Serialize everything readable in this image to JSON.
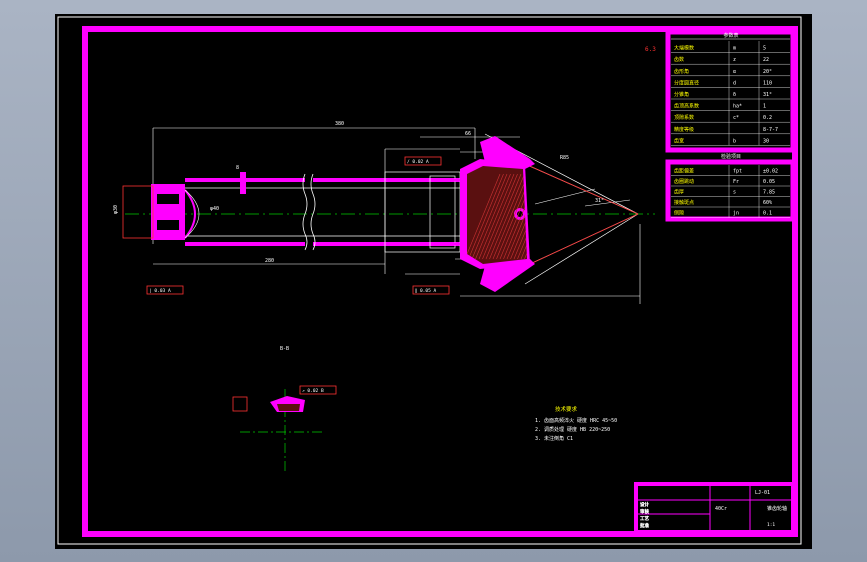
{
  "sheet": {
    "scale_label": "B-B",
    "tech_title": "技术要求",
    "tech_lines": [
      "1. 齿面高频淬火 硬度 HRC 45~50",
      "2. 调质处理 硬度 HB 220~250",
      "3. 未注倒角 C1"
    ],
    "surface_mark": "6.3",
    "title_block": {
      "part_name": "锥齿轮轴",
      "drawing_no": "LJ-01",
      "material": "40Cr",
      "scale": "1:1",
      "rows": [
        "设计",
        "审核",
        "工艺",
        "批准"
      ]
    },
    "param_table_title": "参数表",
    "param_rows": [
      [
        "大端模数",
        "m",
        "5"
      ],
      [
        "齿数",
        "z",
        "22"
      ],
      [
        "齿形角",
        "α",
        "20°"
      ],
      [
        "分度圆直径",
        "d",
        "110"
      ],
      [
        "分锥角",
        "δ",
        "31°"
      ],
      [
        "齿顶高系数",
        "ha*",
        "1"
      ],
      [
        "顶隙系数",
        "c*",
        "0.2"
      ],
      [
        "精度等级",
        "",
        "8-7-7"
      ],
      [
        "齿宽",
        "b",
        "30"
      ]
    ],
    "check_table_title": "检验项目",
    "check_rows": [
      [
        "齿距偏差",
        "fpt",
        "±0.02"
      ],
      [
        "齿圈跳动",
        "Fr",
        "0.05"
      ],
      [
        "齿厚",
        "s",
        "7.85"
      ],
      [
        "接触斑点",
        "",
        "60%"
      ],
      [
        "侧隙",
        "jn",
        "0.1"
      ]
    ],
    "dims": {
      "overall": "380",
      "shaft": "280",
      "gear_len": "66",
      "cone": "R85",
      "shaft_dia": "φ40",
      "end_dia": "φ30",
      "key": "8",
      "taper_angle": "31°"
    },
    "tolerance_frames": [
      "/ 0.02 A",
      "| 0.03 A",
      "∥ 0.05 A",
      "↗ 0.02 B"
    ]
  },
  "colors": {
    "frame": "#ff00ff",
    "line": "#ffffff",
    "yellow": "#ffff00",
    "center": "#00cc00",
    "hatch": "#cc3333",
    "red": "#ff3333"
  }
}
